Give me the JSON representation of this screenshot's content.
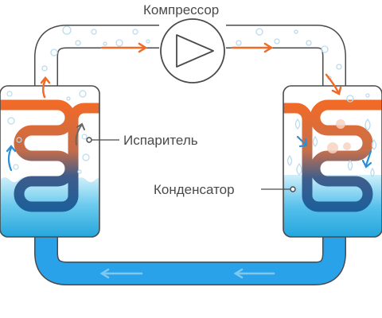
{
  "labels": {
    "compressor": "Компрессор",
    "evaporator": "Испаритель",
    "condenser": "Конденсатор"
  },
  "colors": {
    "outline": "#4a4a4a",
    "hot": "#f06a28",
    "cold": "#1f5f99",
    "liquid_light": "#cfeff9",
    "liquid": "#22a4dc",
    "return_pipe": "#2aa2ea",
    "arrow_blue": "#5ab8ee",
    "bubble": "#b9dcee"
  },
  "icons": [
    "compressor-play-icon"
  ]
}
